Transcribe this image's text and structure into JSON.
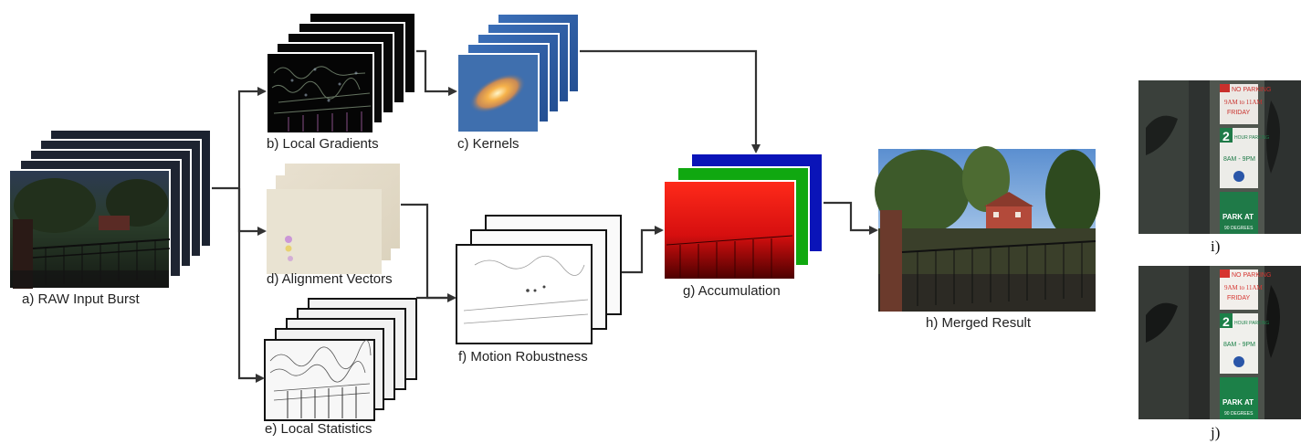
{
  "labels": {
    "raw_input": "a) RAW Input Burst",
    "local_gradients": "b) Local Gradients",
    "kernels": "c) Kernels",
    "alignment_vectors": "d) Alignment Vectors",
    "local_statistics": "e) Local Statistics",
    "motion_robustness": "f) Motion Robustness",
    "accumulation": "g) Accumulation",
    "merged_result": "h) Merged Result",
    "crop_i": "i)",
    "crop_j": "j)"
  },
  "sign_texts": {
    "no_parking": "NO PARKING",
    "hours": "9AM to 11AM",
    "day": "FRIDAY",
    "two_hour": "2",
    "hour_parking": "HOUR PARKING",
    "times": "8AM - 9PM",
    "park_at": "PARK AT",
    "ninety": "90 DEGREES"
  }
}
